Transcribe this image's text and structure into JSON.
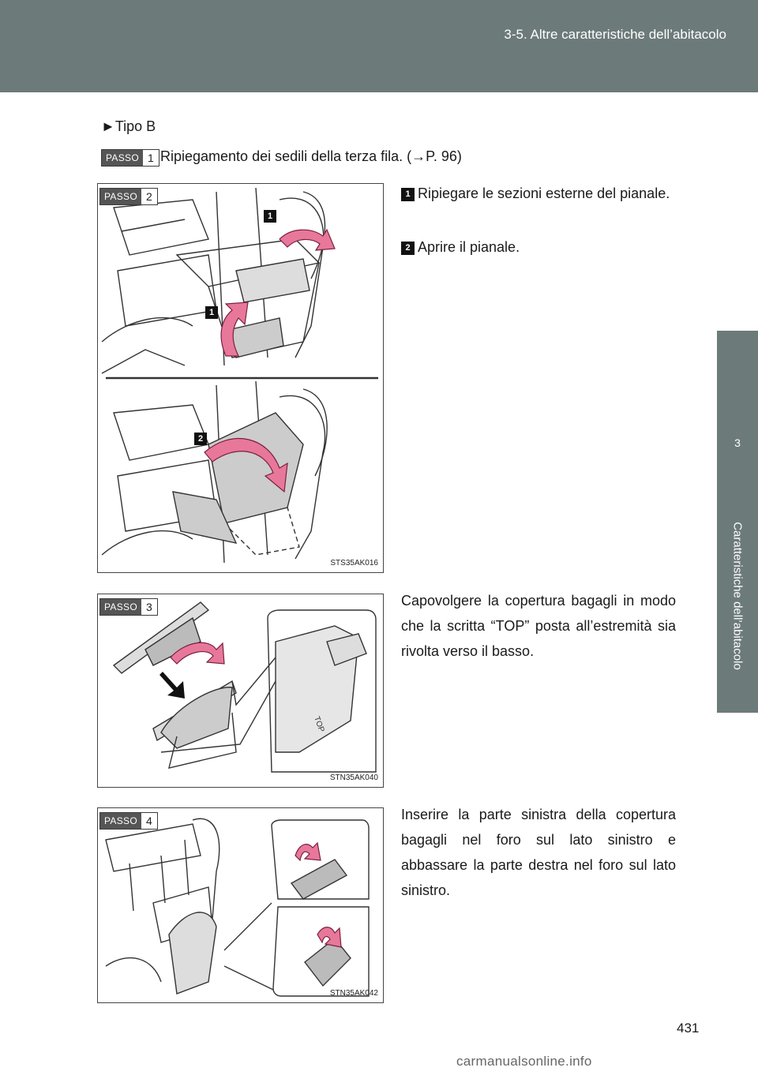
{
  "header": {
    "title": "3-5. Altre caratteristiche dell’abitacolo"
  },
  "side_tab": {
    "number": "3",
    "label": "Caratteristiche dell’abitacolo"
  },
  "bullet": "►Tipo B",
  "steps": [
    {
      "label": "PASSO",
      "number": "1",
      "text": "Ripiegamento dei sedili della terza fila. (→P. 96)"
    },
    {
      "label": "PASSO",
      "number": "2",
      "subs": [
        {
          "num": "1",
          "text": "Ripiegare le sezioni esterne del pianale."
        },
        {
          "num": "2",
          "text": "Aprire il pianale."
        }
      ],
      "figure_code": "STS35AK016",
      "callouts": [
        "1",
        "1",
        "2"
      ]
    },
    {
      "label": "PASSO",
      "number": "3",
      "text": "Capovolgere la copertura bagagli in modo che la scritta “TOP” posta all’estremità sia rivolta verso il basso.",
      "figure_code": "STN35AK040",
      "figure_text": "TOP"
    },
    {
      "label": "PASSO",
      "number": "4",
      "text": "Inserire la parte sinistra della copertura bagagli nel foro sul lato sinistro e abbassare la parte destra nel foro sul lato sinistro.",
      "figure_code": "STN35AK042"
    }
  ],
  "page_number": "431",
  "watermark": "carmanualsonline.info",
  "colors": {
    "header": "#6d7a7a",
    "arrow": "#e8789a",
    "ink": "#1a1a1a"
  }
}
